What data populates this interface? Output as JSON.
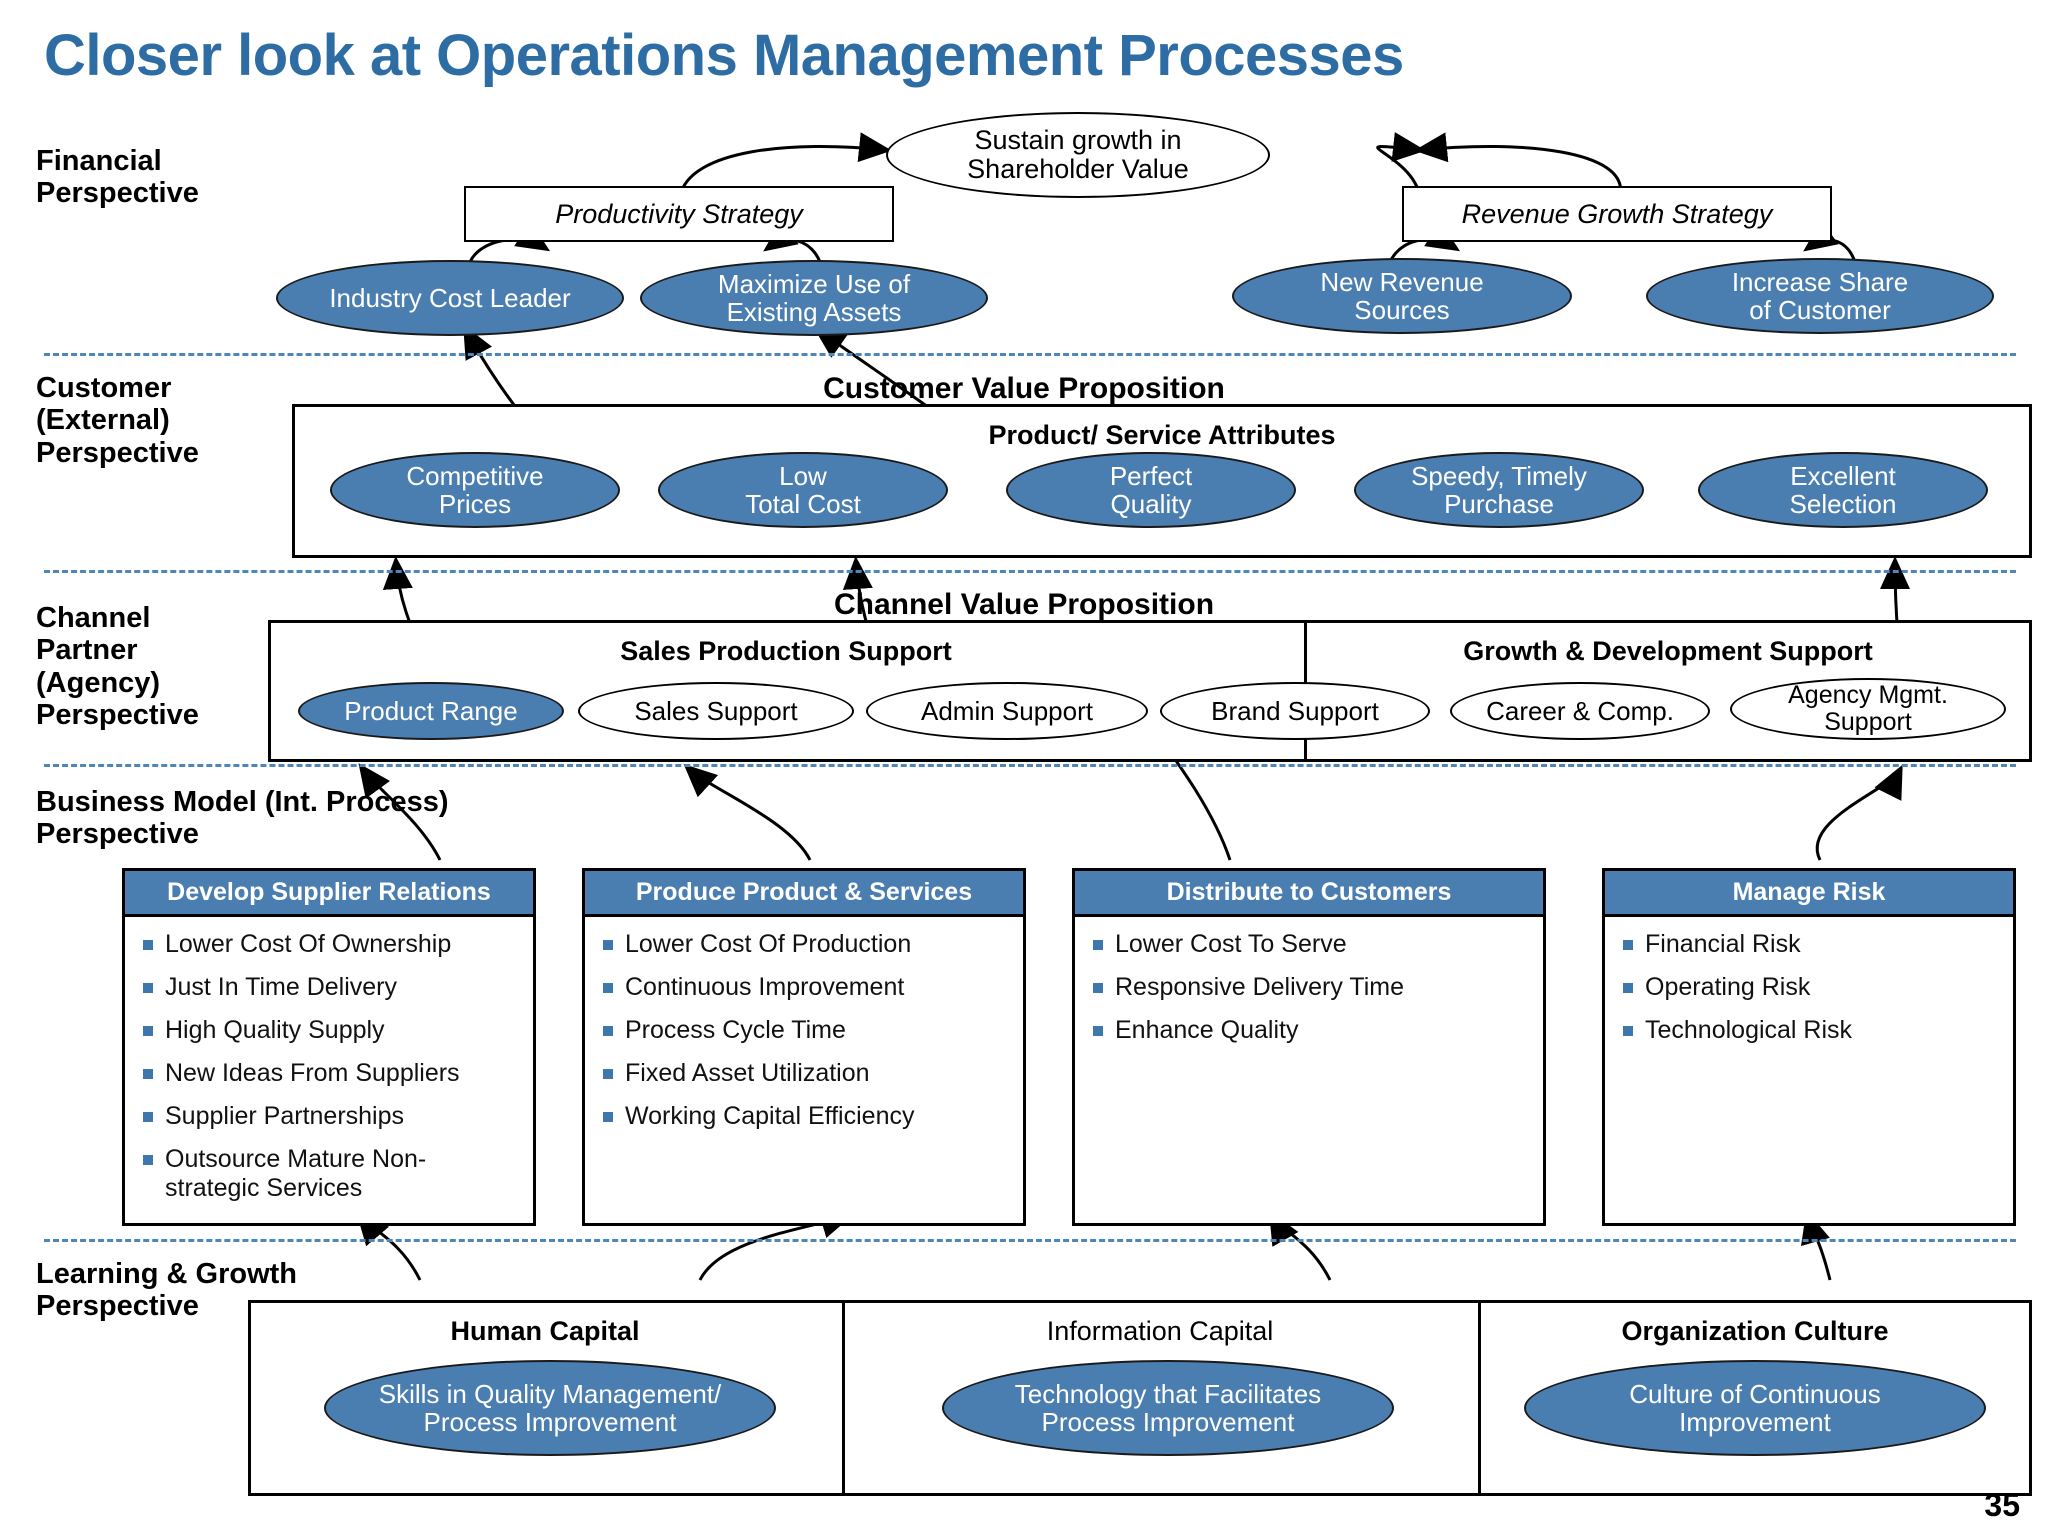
{
  "slide": {
    "title": "Closer look at Operations Management Processes",
    "page_number": "35",
    "accent_blue": "#4A7EB0",
    "title_blue": "#2E6DA4",
    "separator_blue": "#4E86B8"
  },
  "perspectives": {
    "financial": "Financial\nPerspective",
    "customer": "Customer\n(External)\nPerspective",
    "channel": "Channel\nPartner\n(Agency)\nPerspective",
    "business_model": "Business Model (Int. Process)\nPerspective",
    "learning": "Learning & Growth\nPerspective"
  },
  "financial": {
    "goal": "Sustain growth in\nShareholder Value",
    "strategies": [
      {
        "label": "Productivity Strategy"
      },
      {
        "label": "Revenue Growth Strategy"
      }
    ],
    "objectives": [
      {
        "label": "Industry Cost Leader"
      },
      {
        "label": "Maximize Use of\nExisting Assets"
      },
      {
        "label": "New Revenue\nSources"
      },
      {
        "label": "Increase Share\nof Customer"
      }
    ]
  },
  "customer": {
    "heading": "Customer Value Proposition",
    "subheading": "Product/ Service Attributes",
    "attributes": [
      {
        "label": "Competitive\nPrices"
      },
      {
        "label": "Low\nTotal Cost"
      },
      {
        "label": "Perfect\nQuality"
      },
      {
        "label": "Speedy, Timely\nPurchase"
      },
      {
        "label": "Excellent\nSelection"
      }
    ]
  },
  "channel": {
    "heading": "Channel Value Proposition",
    "groups": [
      {
        "title": "Sales Production Support"
      },
      {
        "title": "Growth & Development Support"
      }
    ],
    "nodes": [
      {
        "label": "Product Range",
        "filled": true
      },
      {
        "label": "Sales Support",
        "filled": false
      },
      {
        "label": "Admin Support",
        "filled": false
      },
      {
        "label": "Brand Support",
        "filled": false
      },
      {
        "label": "Career & Comp.",
        "filled": false
      },
      {
        "label": "Agency Mgmt.\nSupport",
        "filled": false
      }
    ]
  },
  "business_model": {
    "processes": [
      {
        "title": "Develop Supplier Relations",
        "items": [
          "Lower Cost Of Ownership",
          "Just In Time Delivery",
          "High Quality Supply",
          "New Ideas From Suppliers",
          "Supplier Partnerships",
          "Outsource Mature Non-strategic Services"
        ]
      },
      {
        "title": "Produce Product & Services",
        "items": [
          "Lower Cost Of Production",
          "Continuous Improvement",
          "Process Cycle Time",
          "Fixed Asset Utilization",
          "Working Capital Efficiency"
        ]
      },
      {
        "title": "Distribute to Customers",
        "items": [
          "Lower Cost To Serve",
          "Responsive Delivery Time",
          "Enhance Quality"
        ]
      },
      {
        "title": "Manage Risk",
        "items": [
          "Financial Risk",
          "Operating Risk",
          "Technological Risk"
        ]
      }
    ]
  },
  "learning": {
    "cells": [
      {
        "title": "Human Capital",
        "bold": true,
        "node": "Skills in Quality Management/\nProcess Improvement"
      },
      {
        "title": "Information Capital",
        "bold": false,
        "node": "Technology that Facilitates\nProcess Improvement"
      },
      {
        "title": "Organization Culture",
        "bold": true,
        "node": "Culture of Continuous\nImprovement"
      }
    ]
  }
}
